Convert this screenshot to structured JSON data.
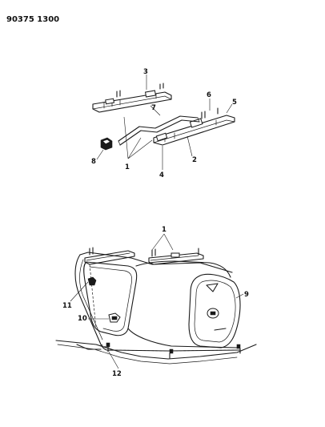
{
  "diagram": {
    "reference_number": "90375 1300",
    "callouts": {
      "c1_top": "1",
      "c2": "2",
      "c3": "3",
      "c4": "4",
      "c5": "5",
      "c6": "6",
      "c7": "7",
      "c8": "8",
      "c1_bottom": "1",
      "c9": "9",
      "c10": "10",
      "c11": "11",
      "c12": "12"
    }
  }
}
